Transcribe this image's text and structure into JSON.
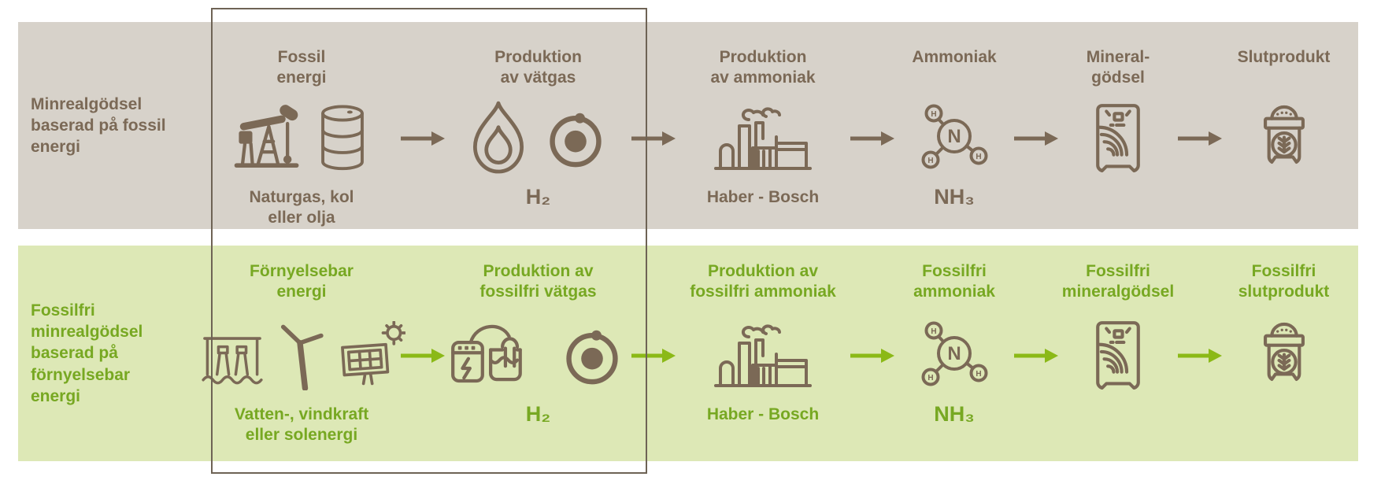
{
  "colors": {
    "fossil_band_bg": "#d7d2ca",
    "fossil_text": "#7b6956",
    "fossil_arrow": "#7b6956",
    "green_band_bg": "#dde8b6",
    "green_text": "#77a822",
    "green_arrow": "#8bb917",
    "icon_color": "#7b6956",
    "highlight_box_border": "#6e6355"
  },
  "rows": [
    {
      "id": "fossil",
      "label": "Minrealgödsel baserad på fossil energi",
      "steps": [
        {
          "heading": "Fossil energi",
          "caption": "Naturgas, kol eller olja",
          "icons": [
            "oil-pump",
            "oil-barrel"
          ]
        },
        {
          "heading": "Produktion av vätgas",
          "caption": "H₂",
          "icons": [
            "flame",
            "atom"
          ]
        },
        {
          "heading": "Produktion av ammoniak",
          "caption": "Haber - Bosch",
          "icons": [
            "factory"
          ]
        },
        {
          "heading": "Ammoniak",
          "caption": "NH₃",
          "icons": [
            "nh3-molecule"
          ]
        },
        {
          "heading": "Mineral-gödsel",
          "caption": "",
          "icons": [
            "fertilizer-bag"
          ]
        },
        {
          "heading": "Slutprodukt",
          "caption": "",
          "icons": [
            "product-bag"
          ]
        }
      ]
    },
    {
      "id": "fossil-free",
      "label": "Fossilfri minrealgödsel baserad på förnyelsebar energi",
      "steps": [
        {
          "heading": "Förnyelsebar energi",
          "caption": "Vatten-, vindkraft eller solenergi",
          "icons": [
            "hydro-dam",
            "wind-turbine",
            "solar-panel"
          ]
        },
        {
          "heading": "Produktion av fossilfri vätgas",
          "caption": "H₂",
          "icons": [
            "electrolyzer",
            "atom"
          ]
        },
        {
          "heading": "Produktion av fossilfri ammoniak",
          "caption": "Haber - Bosch",
          "icons": [
            "factory"
          ]
        },
        {
          "heading": "Fossilfri ammoniak",
          "caption": "NH₃",
          "icons": [
            "nh3-molecule"
          ]
        },
        {
          "heading": "Fossilfri mineralgödsel",
          "caption": "",
          "icons": [
            "fertilizer-bag"
          ]
        },
        {
          "heading": "Fossilfri slutprodukt",
          "caption": "",
          "icons": [
            "product-bag"
          ]
        }
      ]
    }
  ]
}
